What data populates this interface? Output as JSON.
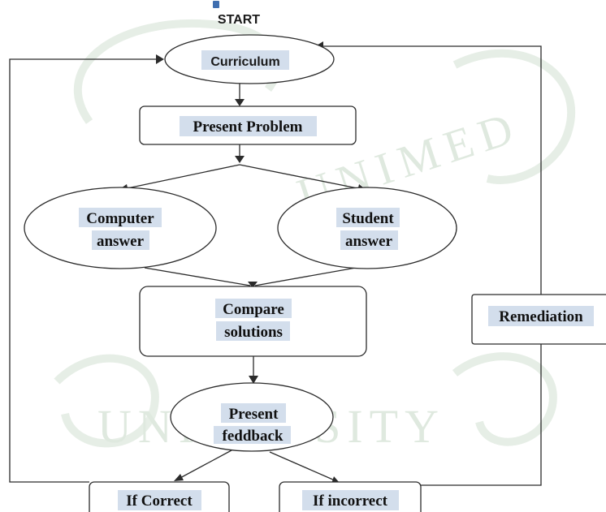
{
  "start_label": "START",
  "watermark": {
    "university": "UNIVERSITY",
    "brand": "UNIMED"
  },
  "nodes": {
    "curriculum": "Curriculum",
    "present_problem": "Present Problem",
    "computer_answer": [
      "Computer",
      "answer"
    ],
    "student_answer": [
      "Student",
      "answer"
    ],
    "compare_solutions": [
      "Compare",
      "solutions"
    ],
    "present_feedback": [
      "Present",
      "feddback"
    ],
    "if_correct": "If Correct",
    "if_incorrect": "If incorrect",
    "remediation": "Remediation"
  },
  "colors": {
    "line": "#2b2b2b",
    "highlight": "#d3deec",
    "watermark": "#dfe9df"
  }
}
